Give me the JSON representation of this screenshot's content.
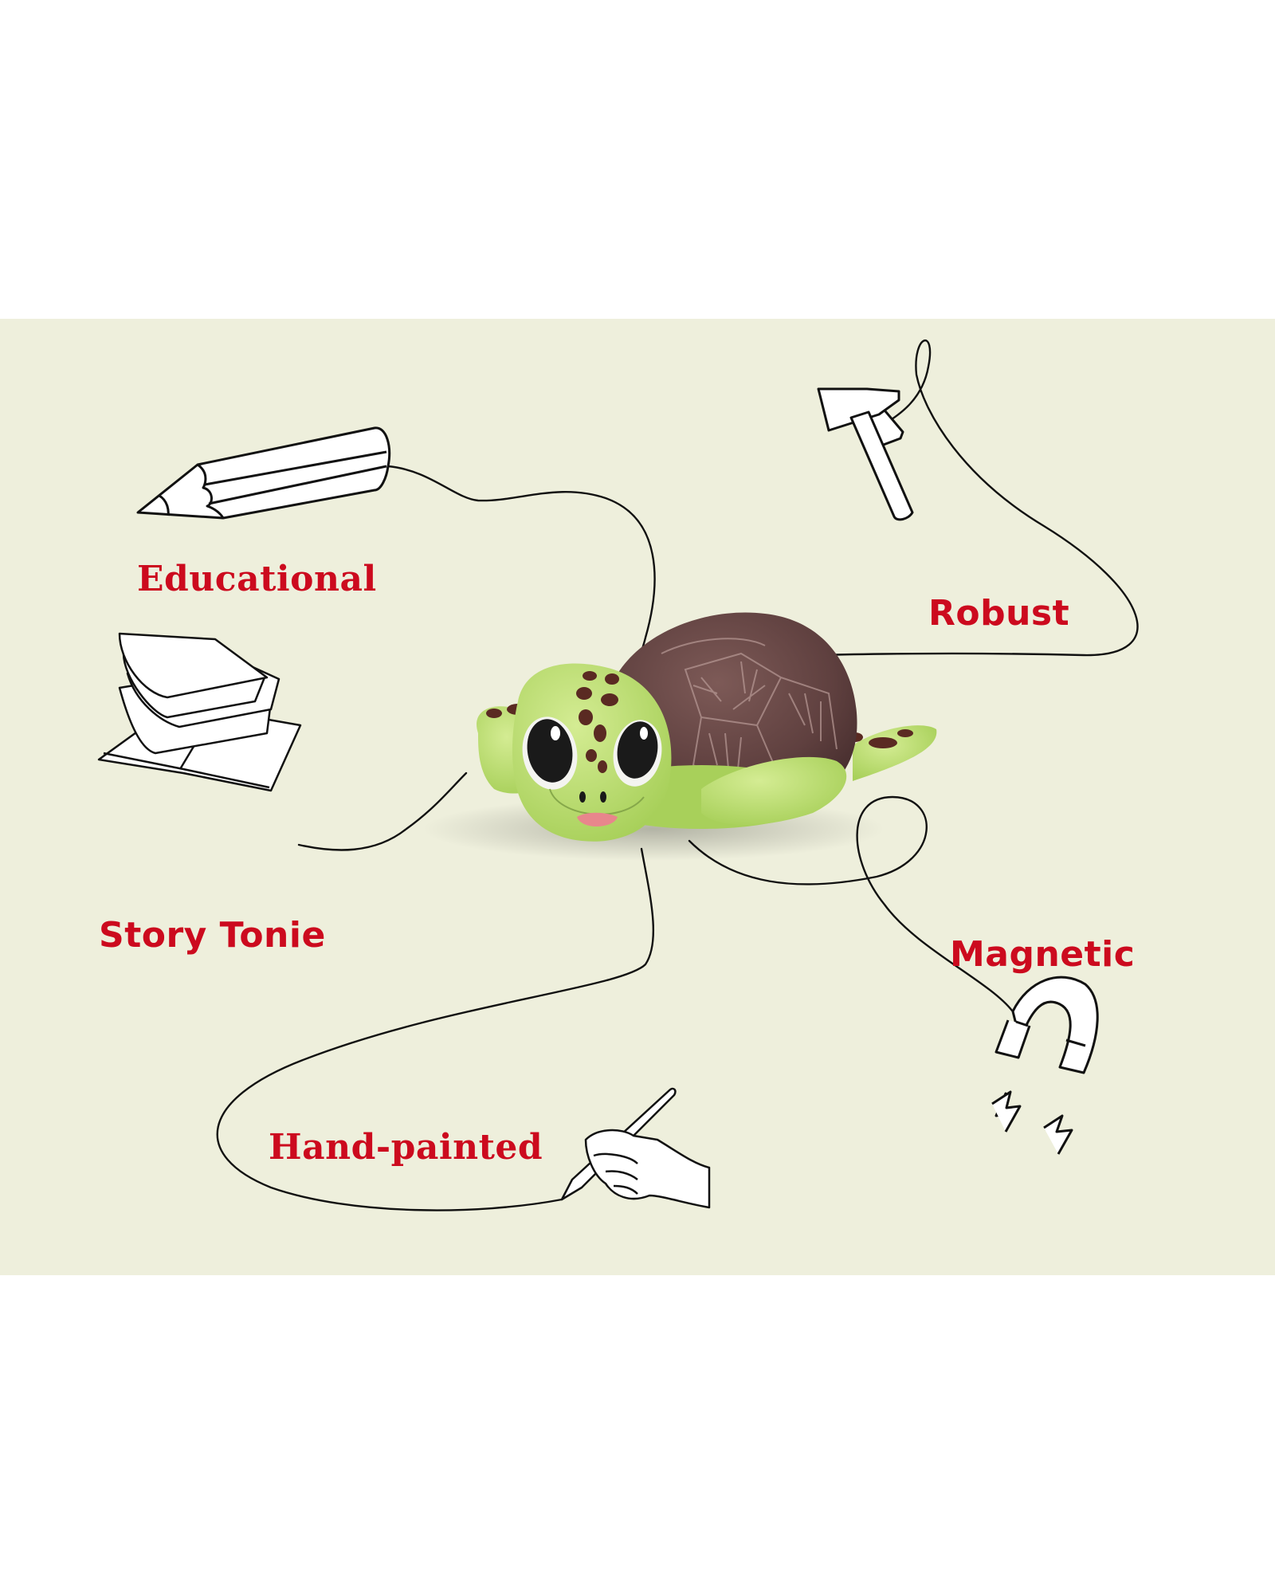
{
  "colors": {
    "panel_bg": "#eeefdc",
    "page_bg": "#ffffff",
    "label": "#cc0a1e",
    "line": "#111111",
    "turtle_green": "#bfe07a",
    "turtle_shell": "#6a4a48",
    "turtle_spots": "#5a2a22",
    "tongue": "#e8868c"
  },
  "features": [
    {
      "id": "educational",
      "label": "Educational",
      "icon": "pencil-icon"
    },
    {
      "id": "robust",
      "label": "Robust",
      "icon": "hammer-icon"
    },
    {
      "id": "story_tonie",
      "label": "Story Tonie",
      "icon": "books-icon"
    },
    {
      "id": "magnetic",
      "label": "Magnetic",
      "icon": "magnet-icon"
    },
    {
      "id": "hand_painted",
      "label": "Hand-painted",
      "icon": "paintbrush-hand-icon"
    }
  ],
  "center_figure": {
    "name": "turtle-figurine"
  }
}
